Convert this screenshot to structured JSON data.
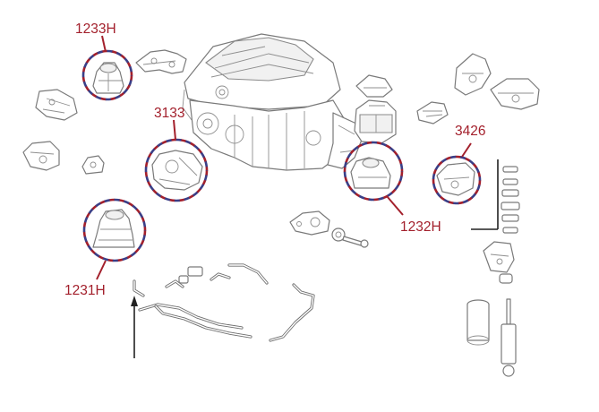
{
  "callouts": {
    "c1233h": {
      "label": "1233H"
    },
    "c3133": {
      "label": "3133"
    },
    "c1232h": {
      "label": "1232H"
    },
    "c3426": {
      "label": "3426"
    },
    "c1231h": {
      "label": "1231H"
    }
  },
  "colors": {
    "callout_text": "#a3202c",
    "ring_red": "#a3202c",
    "ring_blue": "#3a3f87",
    "line_art": "#7a7a7a"
  }
}
